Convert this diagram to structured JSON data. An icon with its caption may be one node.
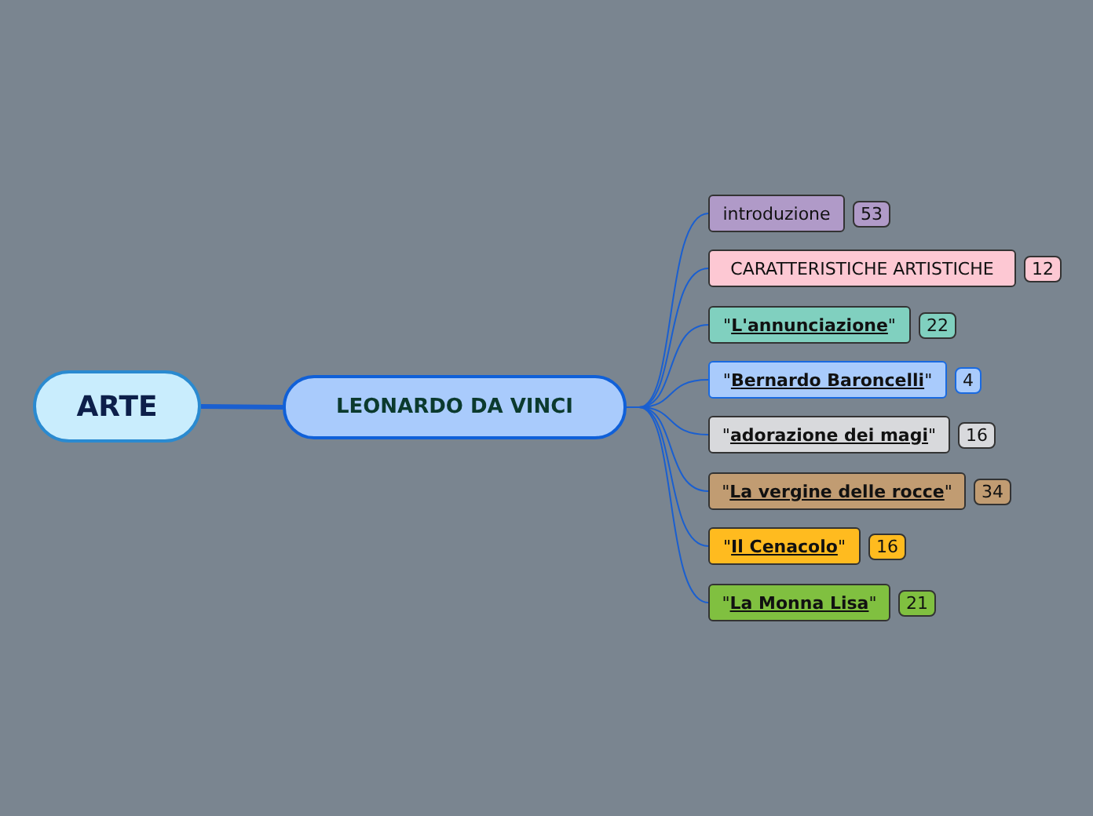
{
  "diagram": {
    "nodes": [
      {
        "text": [
          "ARTE"
        ]
      },
      {
        "text": [
          "LEONARDO DA VINCI"
        ]
      },
      {
        "text": [
          "introduzione"
        ],
        "beside": [
          "53"
        ]
      },
      {
        "text": [
          "CARATTERISTICHE ARTISTICHE"
        ],
        "beside": [
          "12"
        ]
      },
      {
        "text": [
          "\"**L'annunciazione**\""
        ],
        "beside": [
          "22"
        ]
      },
      {
        "text": [
          "\"**Bernardo Baroncelli**\""
        ],
        "beside": [
          "4"
        ]
      },
      {
        "text": [
          "\"**adorazione dei magi**\""
        ],
        "beside": [
          "16"
        ]
      },
      {
        "text": [
          "\"**La vergine delle rocce**\""
        ],
        "beside": [
          "34"
        ]
      },
      {
        "text": [
          "\"**Il Cenacolo**\""
        ],
        "beside": [
          "16"
        ]
      },
      {
        "text": [
          "\"**La Monna Lisa**\""
        ],
        "beside": [
          "21"
        ]
      }
    ],
    "edges": [
      {
        "from": 0,
        "to": 1,
        "arrow": "none",
        "style": "thick"
      },
      {
        "from": 1,
        "to": 2,
        "arrow": "none"
      },
      {
        "from": 1,
        "to": 3,
        "arrow": "none"
      },
      {
        "from": 1,
        "to": 4,
        "arrow": "none"
      },
      {
        "from": 1,
        "to": 5,
        "arrow": "none"
      },
      {
        "from": 1,
        "to": 6,
        "arrow": "none"
      },
      {
        "from": 1,
        "to": 7,
        "arrow": "none"
      },
      {
        "from": 1,
        "to": 8,
        "arrow": "none"
      },
      {
        "from": 1,
        "to": 9,
        "arrow": "none"
      }
    ]
  }
}
